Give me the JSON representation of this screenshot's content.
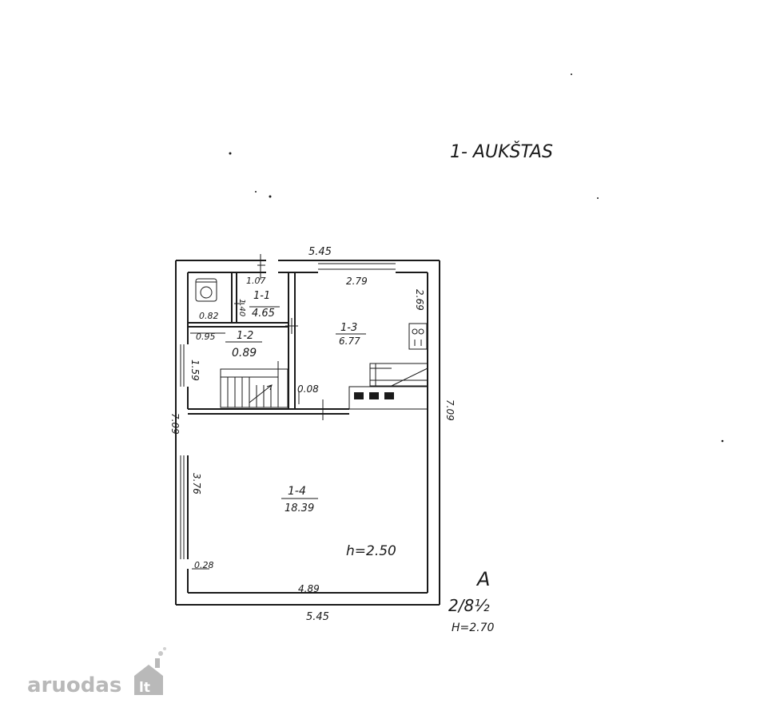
{
  "floor_title": "1- AUKŠTAS",
  "dimensions": {
    "overall_width_top": "5.45",
    "overall_width_bottom": "5.45",
    "overall_depth_left": "7.09",
    "overall_depth_right": "7.09",
    "r11_width": "1.07",
    "r11_depth": "1.40",
    "r11_left_width": "0.82",
    "r12_width": "0.95",
    "r12_depth": "1.59",
    "r13_width": "2.79",
    "r13_depth": "2.69",
    "wall_gap": "0.08",
    "r14_depth": "3.76",
    "r14_width": "4.89",
    "r14_corner": "0.28",
    "ceiling_height": "h=2.50"
  },
  "rooms": [
    {
      "code": "1-1",
      "area": "4.65"
    },
    {
      "code": "1-2",
      "area": "0.89"
    },
    {
      "code": "1-3",
      "area": "6.77"
    },
    {
      "code": "1-4",
      "area": "18.39"
    }
  ],
  "annotation": {
    "letter": "A",
    "fraction": "2/8½",
    "height": "H=2.70"
  },
  "watermark": {
    "name": "aruodas",
    "domain": "lt"
  }
}
